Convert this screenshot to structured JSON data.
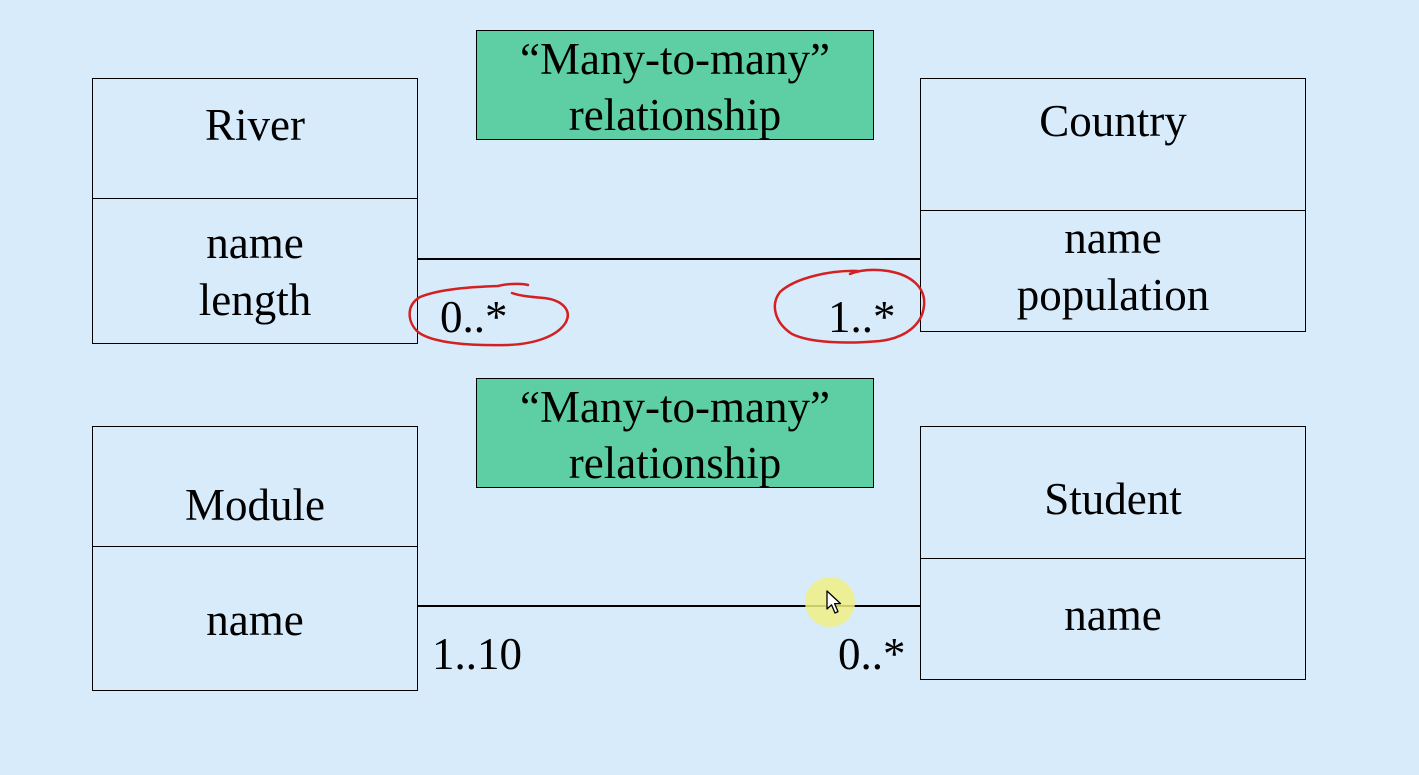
{
  "diagram": {
    "top": {
      "relationship_label": {
        "line1": "“Many-to-many”",
        "line2": "relationship"
      },
      "left_class": {
        "name": "River",
        "attributes": [
          "name",
          "length"
        ]
      },
      "right_class": {
        "name": "Country",
        "attributes": [
          "name",
          "population"
        ]
      },
      "left_multiplicity": "0..*",
      "right_multiplicity": "1..*"
    },
    "bottom": {
      "relationship_label": {
        "line1": "“Many-to-many”",
        "line2": "relationship"
      },
      "left_class": {
        "name": "Module",
        "attributes": [
          "name"
        ]
      },
      "right_class": {
        "name": "Student",
        "attributes": [
          "name"
        ]
      },
      "left_multiplicity": "1..10",
      "right_multiplicity": "0..*"
    }
  },
  "colors": {
    "background": "#d8ebfb",
    "label_fill": "#5ecfa4",
    "annotation_ink": "#d42020",
    "cursor_highlight": "#f0f082"
  }
}
